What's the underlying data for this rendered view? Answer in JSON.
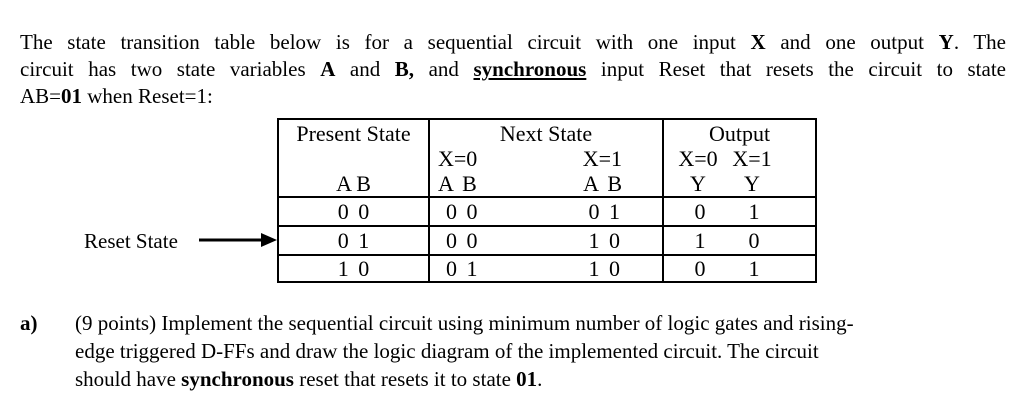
{
  "page": {
    "background": "#ffffff",
    "text_color": "#000000",
    "kind": "scanned exam question about a sequential circuit state transition table"
  },
  "intro": {
    "line1": [
      {
        "t": "The state transition table below is for a sequential circuit with one input "
      },
      {
        "t": "X",
        "bold": true
      },
      {
        "t": " and one output "
      },
      {
        "t": "Y",
        "bold": true
      },
      {
        "t": ". The"
      }
    ],
    "line2": [
      {
        "t": "circuit has two state variables "
      },
      {
        "t": "A",
        "bold": true
      },
      {
        "t": " and "
      },
      {
        "t": "B,",
        "bold": true
      },
      {
        "t": " and "
      },
      {
        "t": "synchronous",
        "bold": true,
        "underline": true
      },
      {
        "t": " input Reset that resets the circuit to state"
      }
    ],
    "line3": [
      {
        "t": "AB="
      },
      {
        "t": "01",
        "bold": true
      },
      {
        "t": " when Reset=1:"
      }
    ]
  },
  "reset_pointer": {
    "label": "Reset State",
    "points_to_row": "0 1"
  },
  "table": {
    "header": {
      "present": {
        "title": "Present State",
        "vars": "A B"
      },
      "next": {
        "title": "Next State",
        "x0": "X=0",
        "x1": "X=1",
        "vars0": "A B",
        "vars1": "A B"
      },
      "output": {
        "title": "Output",
        "x0": "X=0",
        "x1": "X=1",
        "y0": "Y",
        "y1": "Y"
      }
    },
    "rows": [
      {
        "present": "0 0",
        "next_x0": "0 0",
        "next_x1": "0 1",
        "out_x0": "0",
        "out_x1": "1"
      },
      {
        "present": "0 1",
        "next_x0": "0 0",
        "next_x1": "1 0",
        "out_x0": "1",
        "out_x1": "0"
      },
      {
        "present": "1 0",
        "next_x0": "0 1",
        "next_x1": "1 0",
        "out_x0": "0",
        "out_x1": "1"
      }
    ]
  },
  "part_a": {
    "label": "a)",
    "line1": "(9 points) Implement the sequential circuit using minimum number of logic gates and rising-",
    "line2": "edge triggered D-FFs and draw the logic diagram of the implemented circuit. The circuit",
    "line3": [
      {
        "t": "should have "
      },
      {
        "t": "synchronous",
        "bold": true
      },
      {
        "t": " reset that resets it to state "
      },
      {
        "t": "01",
        "bold": true
      },
      {
        "t": "."
      }
    ]
  }
}
